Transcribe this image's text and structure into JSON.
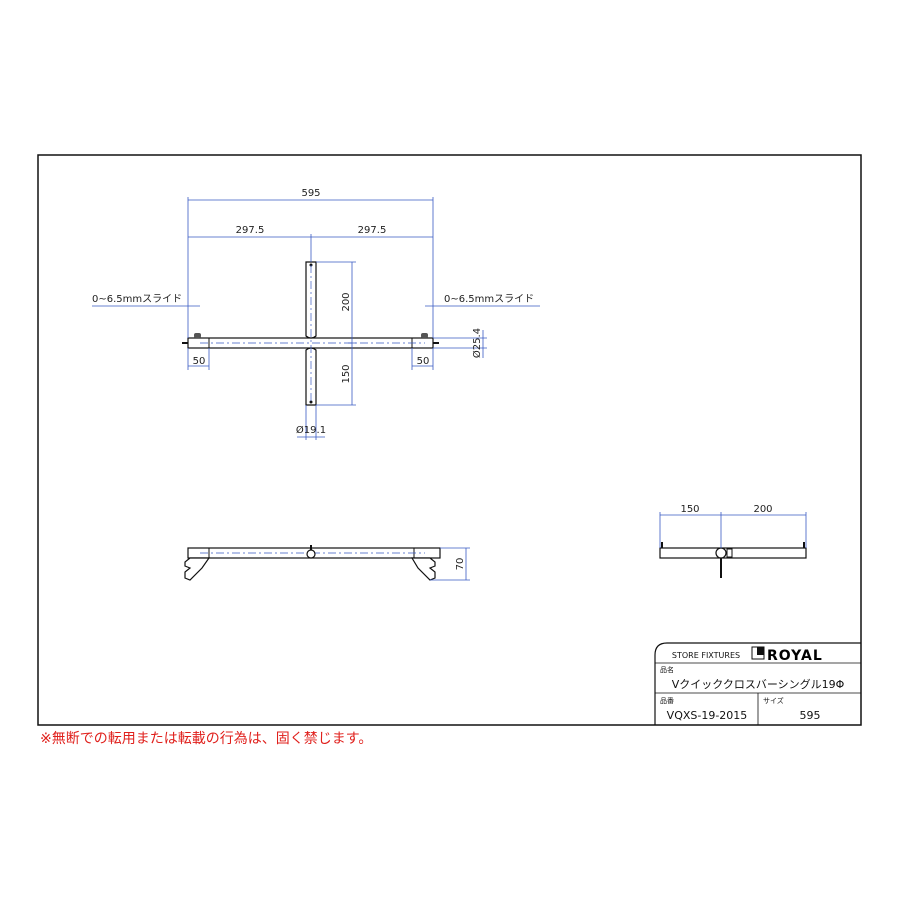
{
  "dimensions": {
    "overall_width": "595",
    "half_left": "297.5",
    "half_right": "297.5",
    "slide_left": "0~6.5mmスライド",
    "slide_right": "0~6.5mmスライド",
    "upper_arm": "200",
    "lower_arm": "150",
    "end_left": "50",
    "end_right": "50",
    "main_diameter": "Ø25.4",
    "cross_diameter": "Ø19.1",
    "side_height": "70",
    "end_view_left": "150",
    "end_view_right": "200"
  },
  "title_block": {
    "company_tagline": "STORE FIXTURES",
    "brand": "ROYAL",
    "name_label": "品名",
    "name_value": "Vクイッククロスバーシングル19Φ",
    "code_label": "品番",
    "code_value": "VQXS-19-2015",
    "size_label": "サイズ",
    "size_value": "595"
  },
  "notice": "※無断での転用または転載の行為は、固く禁じます。",
  "colors": {
    "dimension": "#3a5bc4",
    "notice": "#e0201c"
  }
}
